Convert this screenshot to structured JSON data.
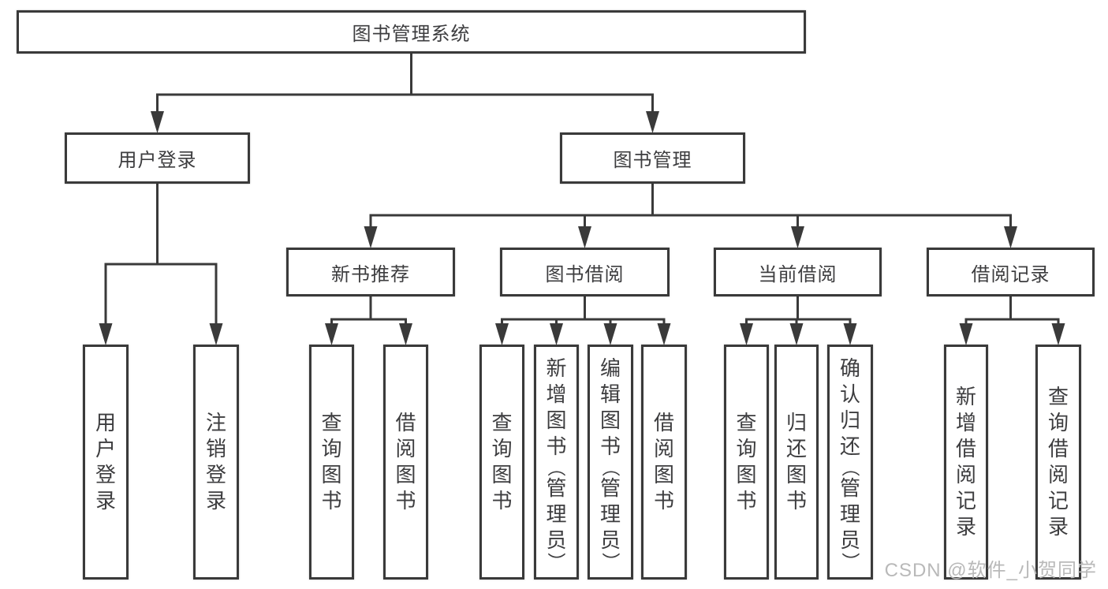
{
  "diagram": {
    "title": "图书管理系统",
    "tree": {
      "id": "root",
      "label": "图书管理系统",
      "children": [
        {
          "id": "user-login",
          "label": "用户登录",
          "children": [
            {
              "id": "leaf-user-login",
              "label": "用户登录"
            },
            {
              "id": "leaf-logout",
              "label": "注销登录"
            }
          ]
        },
        {
          "id": "book-mgmt",
          "label": "图书管理",
          "children": [
            {
              "id": "new-book",
              "label": "新书推荐",
              "children": [
                {
                  "id": "leaf-nb-query",
                  "label": "查询图书"
                },
                {
                  "id": "leaf-nb-borrow",
                  "label": "借阅图书"
                }
              ]
            },
            {
              "id": "book-borrow",
              "label": "图书借阅",
              "children": [
                {
                  "id": "leaf-bb-query",
                  "label": "查询图书"
                },
                {
                  "id": "leaf-bb-add",
                  "label": "新增图书（管理员）"
                },
                {
                  "id": "leaf-bb-edit",
                  "label": "编辑图书（管理员）"
                },
                {
                  "id": "leaf-bb-borrow",
                  "label": "借阅图书"
                }
              ]
            },
            {
              "id": "current-borrow",
              "label": "当前借阅",
              "children": [
                {
                  "id": "leaf-cb-query",
                  "label": "查询图书"
                },
                {
                  "id": "leaf-cb-return",
                  "label": "归还图书"
                },
                {
                  "id": "leaf-cb-confirm",
                  "label": "确认归还（管理员）"
                }
              ]
            },
            {
              "id": "borrow-records",
              "label": "借阅记录",
              "children": [
                {
                  "id": "leaf-br-add",
                  "label": "新增借阅记录"
                },
                {
                  "id": "leaf-br-query",
                  "label": "查询借阅记录"
                }
              ]
            }
          ]
        }
      ]
    }
  },
  "watermark": {
    "text": "CSDN @软件_小贺同学"
  },
  "colors": {
    "line": "#3a3a3a",
    "border": "#3a3a3a",
    "text": "#3d3d3f",
    "watermark": "#b9b9b9",
    "background": "#ffffff"
  }
}
